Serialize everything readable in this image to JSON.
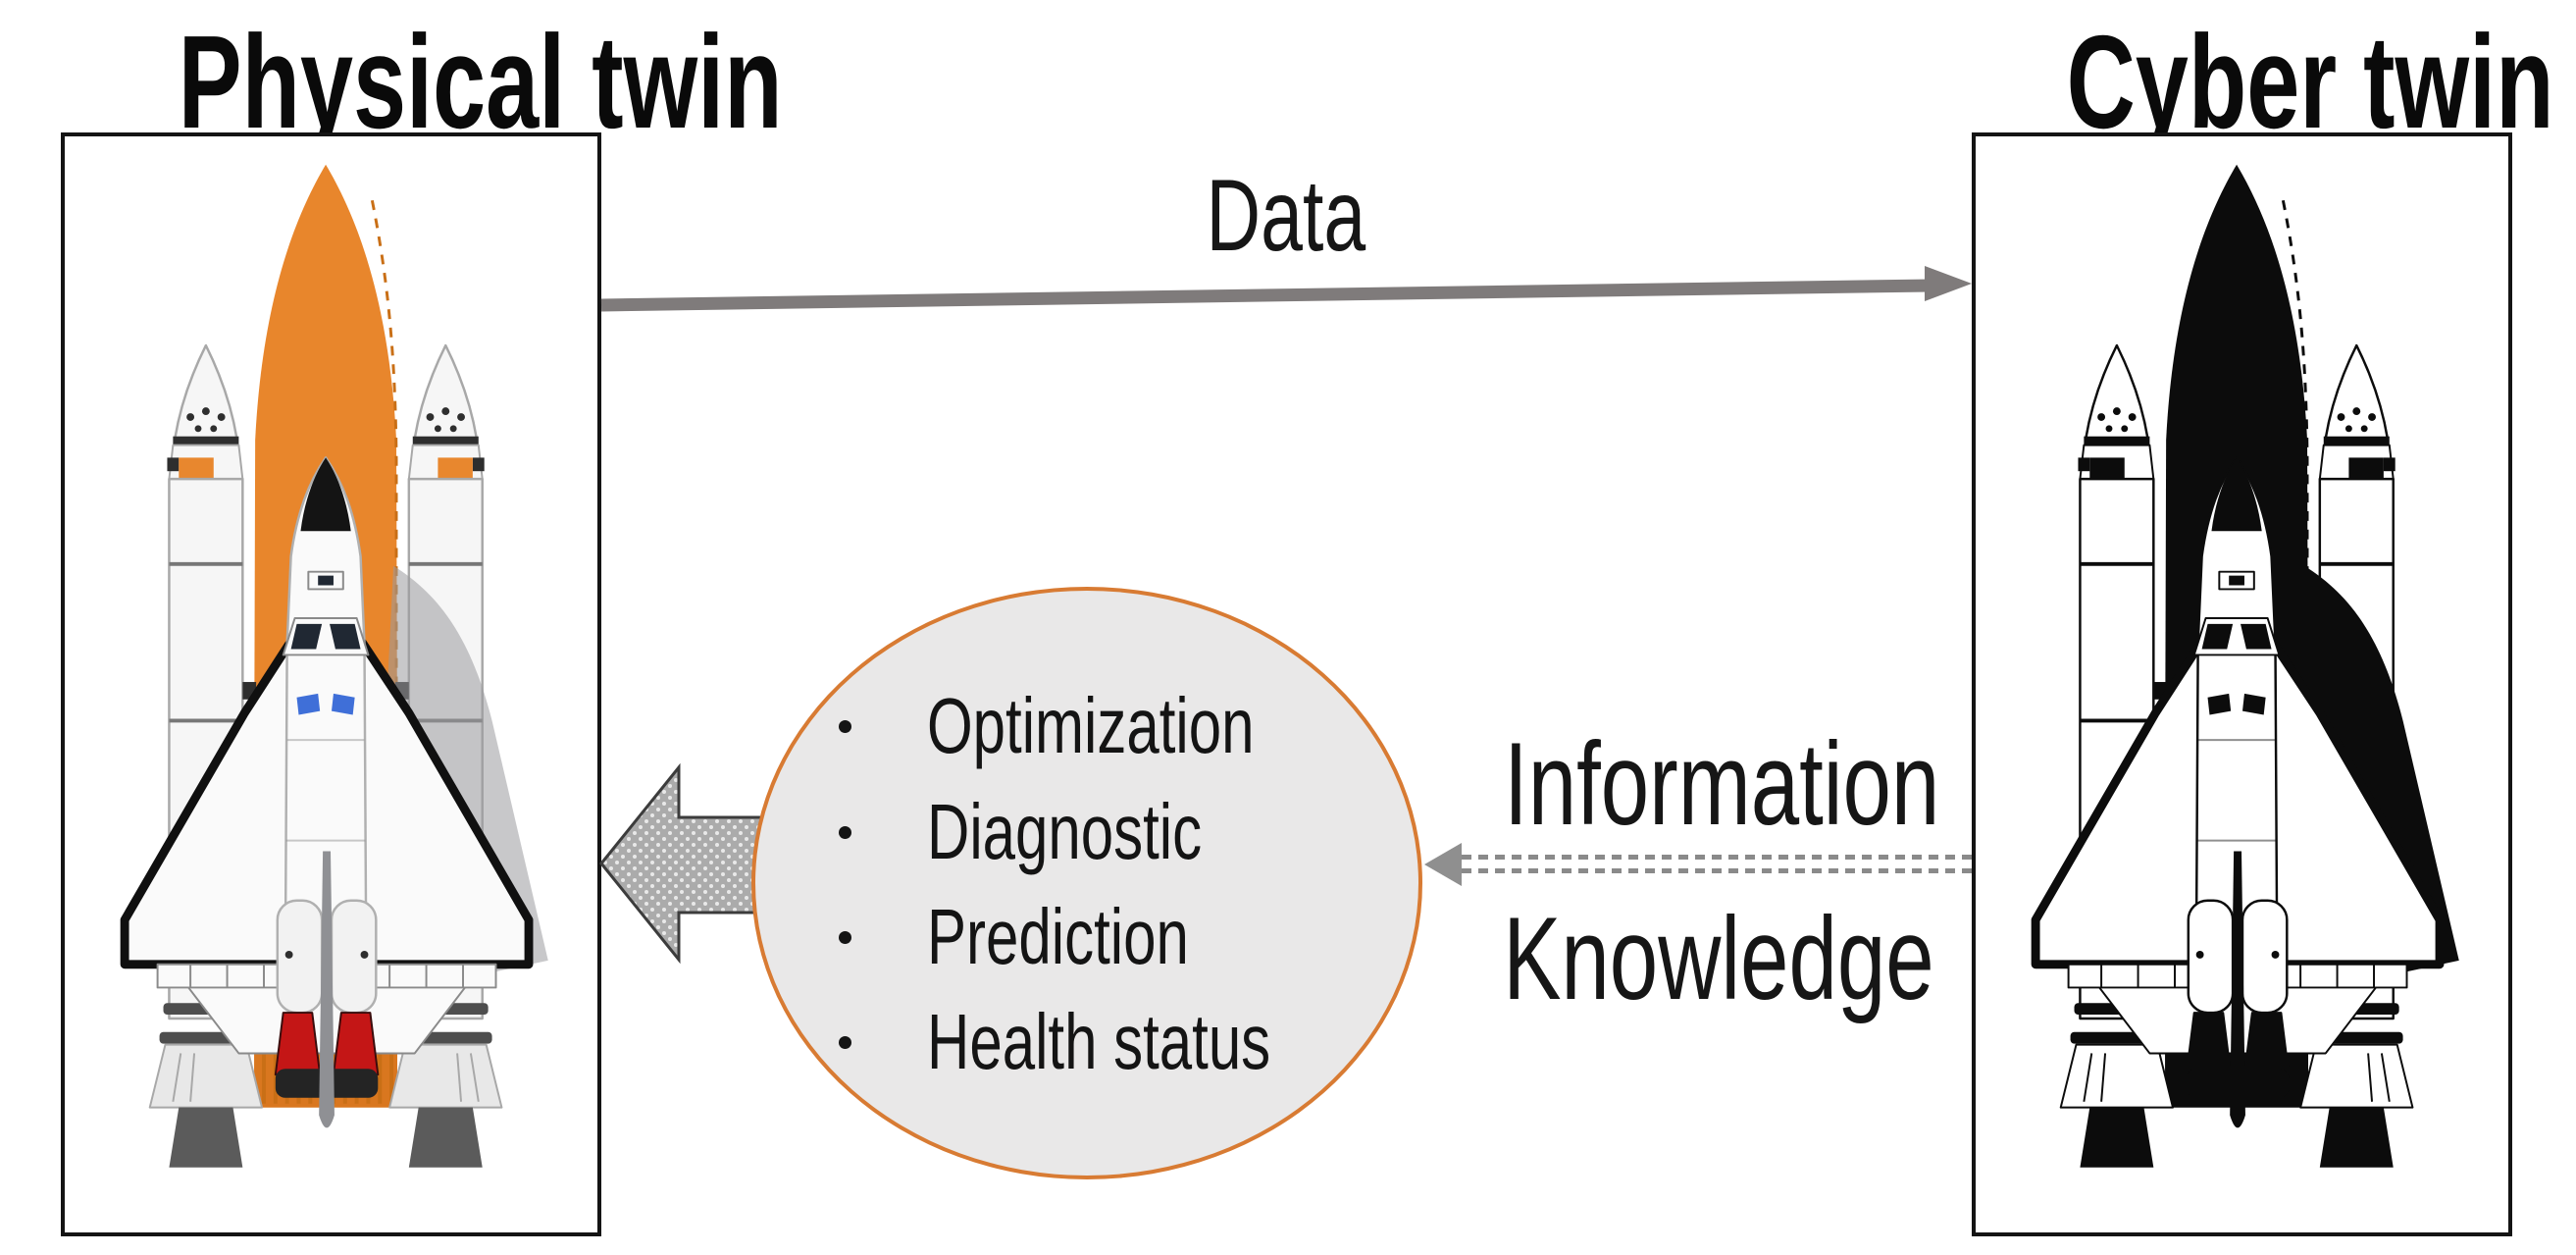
{
  "titles": {
    "physical": "Physical twin",
    "cyber": "Cyber twin"
  },
  "flows": {
    "data": "Data",
    "information": "Information",
    "knowledge": "Knowledge"
  },
  "capabilities": {
    "items": [
      "Optimization",
      "Diagnostic",
      "Prediction",
      "Health status"
    ]
  },
  "colors": {
    "ellipse_fill": "#e9e8e8",
    "ellipse_border_orange": "#d87b33",
    "data_arrow_gray": "#7f7b7b",
    "dashed_arrow_gray": "#8a8a8a",
    "block_arrow_gray": "#ababab",
    "tank_orange": "#e8862c",
    "box_border_black": "#141414",
    "text_black": "#141414"
  },
  "icons": {
    "data_arrow": "right-arrow",
    "feedback_arrow": "left-block-arrow-dotted",
    "information_arrow": "dashed-left-arrow",
    "capability_bullet": "dot"
  }
}
